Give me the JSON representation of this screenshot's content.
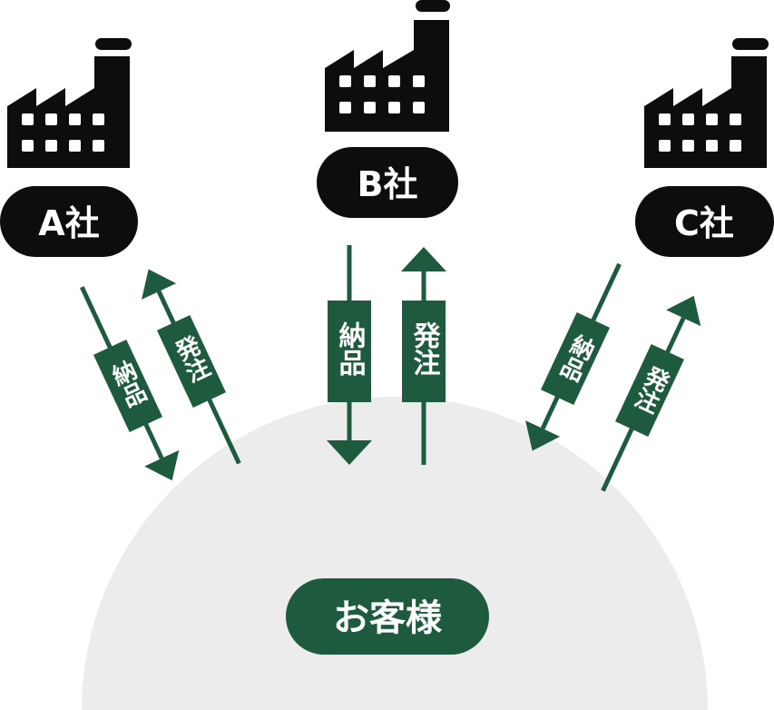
{
  "companies": [
    {
      "id": "a",
      "label": "A社"
    },
    {
      "id": "b",
      "label": "B社"
    },
    {
      "id": "c",
      "label": "C社"
    }
  ],
  "customer": {
    "label": "お客様"
  },
  "arrows": {
    "delivery_label": "納品",
    "order_label": "発注"
  },
  "colors": {
    "dark": "#0d0d0d",
    "green": "#1e5b3e",
    "dome": "#ececec",
    "white": "#ffffff"
  }
}
